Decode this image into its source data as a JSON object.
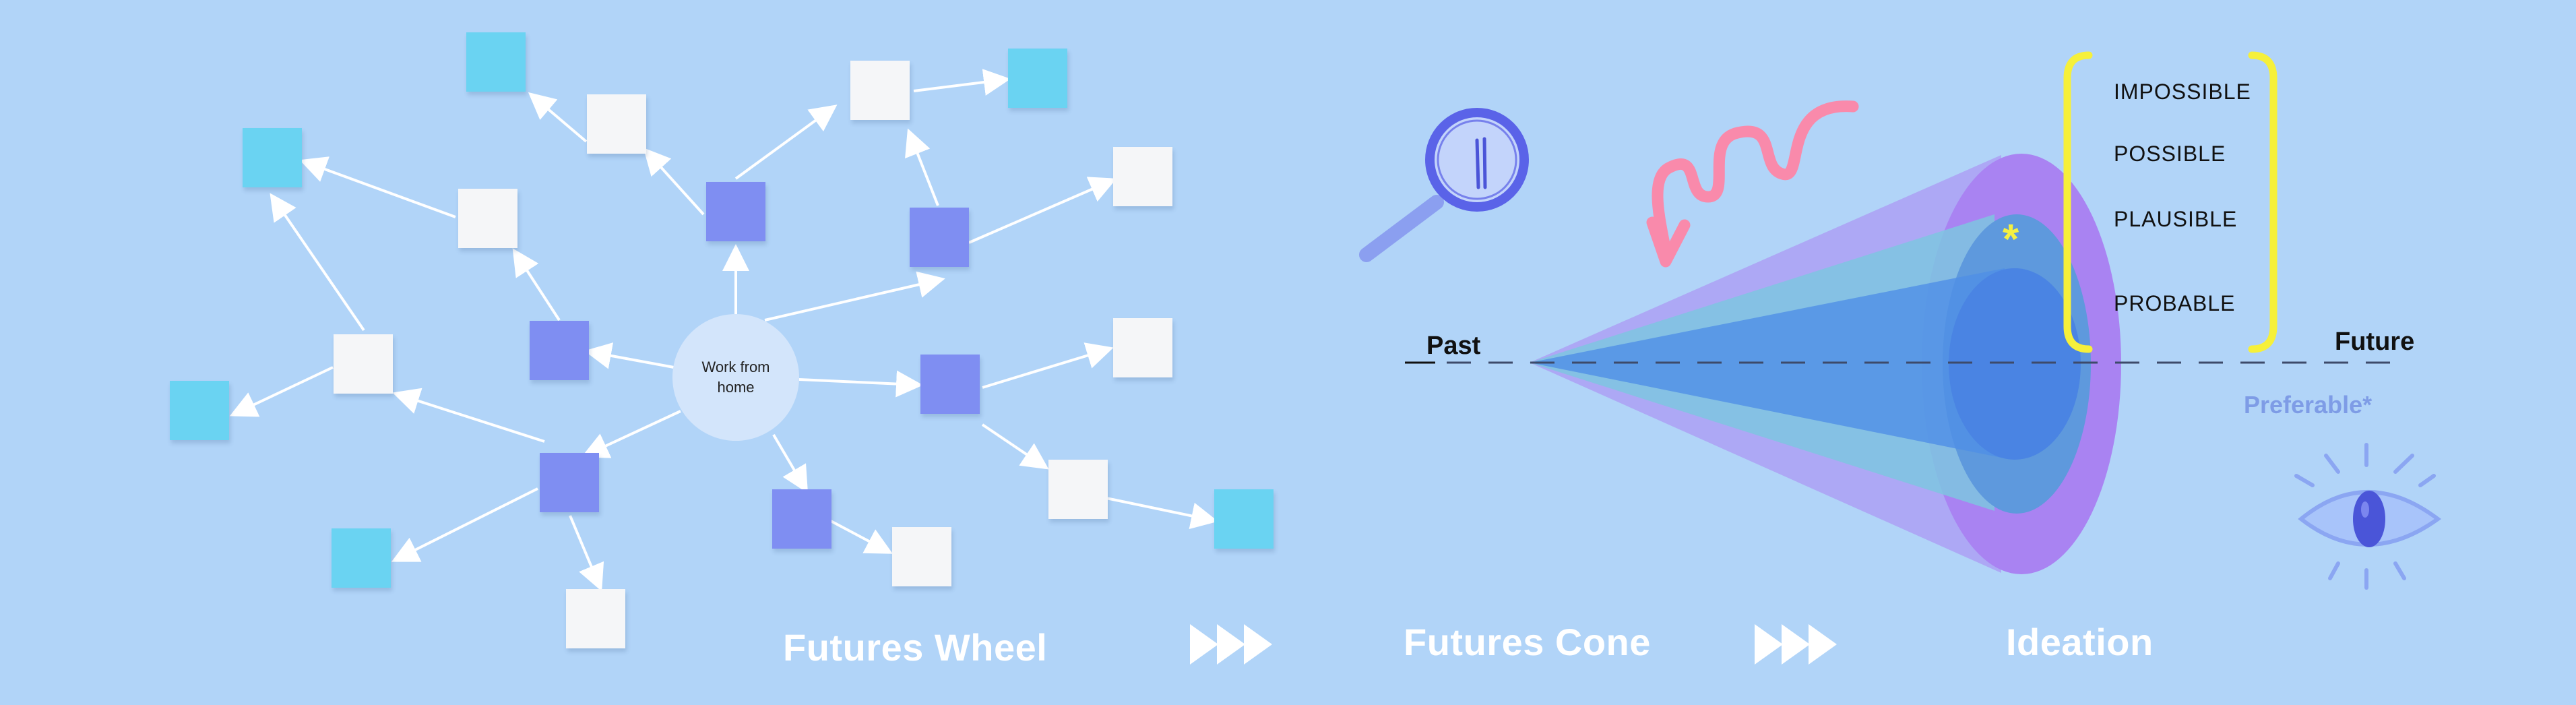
{
  "hub": {
    "label": "Work from home"
  },
  "sections": {
    "wheel": "Futures Wheel",
    "cone": "Futures Cone",
    "ideation": "Ideation"
  },
  "cone": {
    "levels": [
      "IMPOSSIBLE",
      "POSSIBLE",
      "PLAUSIBLE",
      "PROBABLE"
    ],
    "past": "Past",
    "future": "Future",
    "preferable": "Preferable*",
    "asterisk": "*"
  },
  "icons": [
    "magnifier-icon",
    "squiggle-arrow-icon",
    "eye-icon",
    "chevron-arrows-icon"
  ],
  "colors": {
    "background": "#b1d4f8",
    "note_white": "#f5f6f8",
    "note_indigo": "#7f8ef2",
    "note_cyan": "#6ad3f2",
    "bracket": "#f6f03a",
    "cone_outer": "#a983f2",
    "cone_mid": "#7ec6e0",
    "cone_inner": "#4a84e3"
  }
}
